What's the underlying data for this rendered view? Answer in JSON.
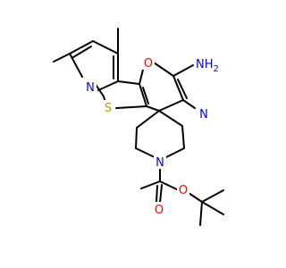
{
  "atoms": {
    "N_pyridine": "N",
    "S_thiophene": "S",
    "O_pyran": "O",
    "NH2": "NH",
    "NH2_sub": "2",
    "nitrile": "N",
    "N_piperidine": "N",
    "O_ester": "O",
    "O_carbonyl": "O"
  },
  "colors": {
    "bond": "#000000",
    "nitrogen": "#0000ff",
    "oxygen": "#ff0000",
    "sulfur": "#b8a000"
  }
}
